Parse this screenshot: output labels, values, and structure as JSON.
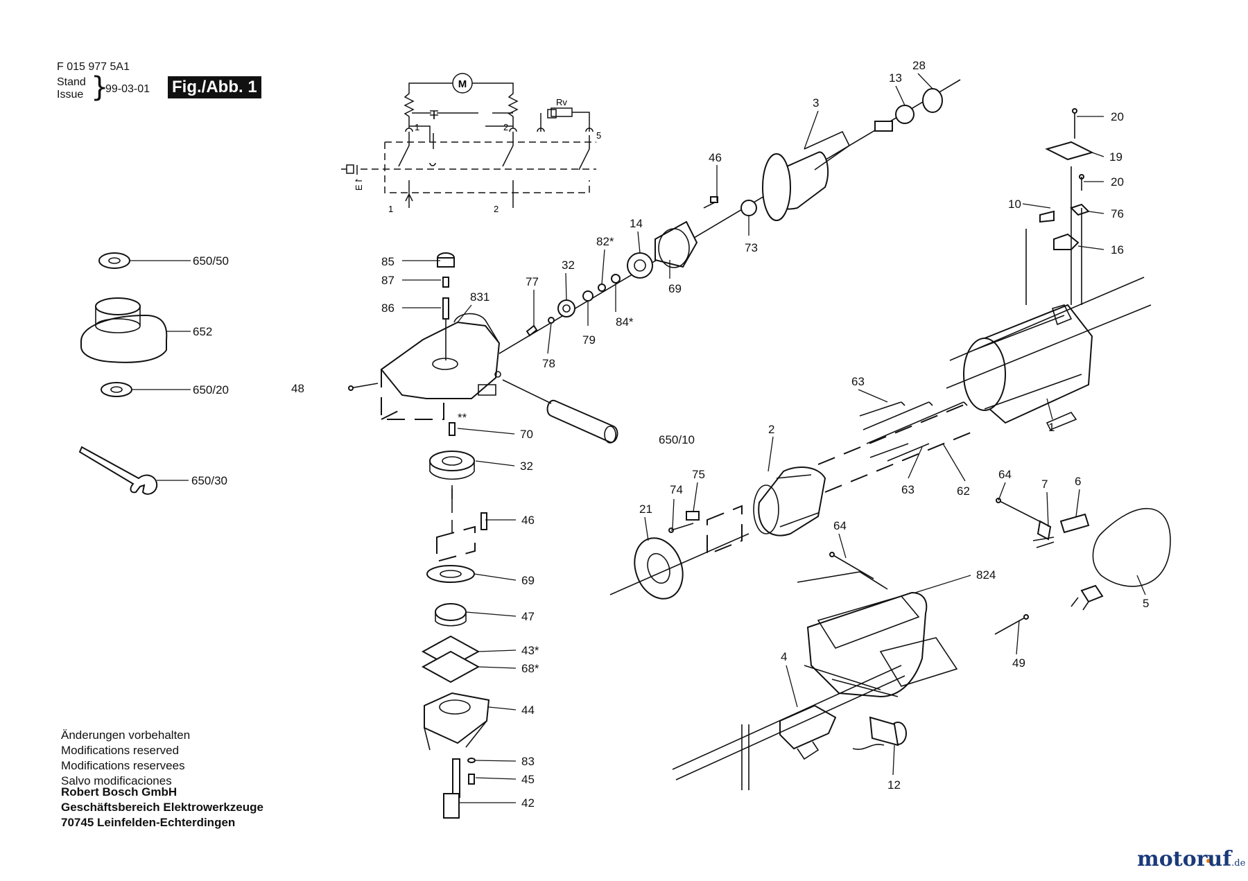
{
  "header": {
    "doc_number": "F 015 977 5A1",
    "stand": "Stand",
    "issue": "Issue",
    "date": "99-03-01",
    "figure": "Fig./Abb. 1"
  },
  "circuit": {
    "motor": "M",
    "resistor": "Rv",
    "terminals": [
      "1",
      "2",
      "5",
      "1",
      "2"
    ],
    "cap_label": "E↾"
  },
  "parts": [
    {
      "label": "650/50"
    },
    {
      "label": "652"
    },
    {
      "label": "650/20"
    },
    {
      "label": "650/30"
    },
    {
      "label": "85"
    },
    {
      "label": "87"
    },
    {
      "label": "86"
    },
    {
      "label": "831"
    },
    {
      "label": "48"
    },
    {
      "label": "**"
    },
    {
      "label": "70"
    },
    {
      "label": "32"
    },
    {
      "label": "46"
    },
    {
      "label": "69"
    },
    {
      "label": "47"
    },
    {
      "label": "43*"
    },
    {
      "label": "68*"
    },
    {
      "label": "44"
    },
    {
      "label": "83"
    },
    {
      "label": "45"
    },
    {
      "label": "42"
    },
    {
      "label": "650/10"
    },
    {
      "label": "77"
    },
    {
      "label": "78"
    },
    {
      "label": "32"
    },
    {
      "label": "79"
    },
    {
      "label": "82*"
    },
    {
      "label": "84*"
    },
    {
      "label": "14"
    },
    {
      "label": "69"
    },
    {
      "label": "46"
    },
    {
      "label": "73"
    },
    {
      "label": "3"
    },
    {
      "label": "13"
    },
    {
      "label": "28"
    },
    {
      "label": "20"
    },
    {
      "label": "19"
    },
    {
      "label": "20"
    },
    {
      "label": "76"
    },
    {
      "label": "10"
    },
    {
      "label": "16"
    },
    {
      "label": "1"
    },
    {
      "label": "63"
    },
    {
      "label": "2"
    },
    {
      "label": "63"
    },
    {
      "label": "62"
    },
    {
      "label": "64"
    },
    {
      "label": "7"
    },
    {
      "label": "6"
    },
    {
      "label": "5"
    },
    {
      "label": "75"
    },
    {
      "label": "74"
    },
    {
      "label": "21"
    },
    {
      "label": "64"
    },
    {
      "label": "824"
    },
    {
      "label": "49"
    },
    {
      "label": "4"
    },
    {
      "label": "12"
    }
  ],
  "notes": {
    "lines": [
      "Änderungen vorbehalten",
      "Modifications reserved",
      "Modifications reservees",
      "Salvo modificaciones"
    ],
    "company": [
      "Robert Bosch GmbH",
      "Geschäftsbereich Elektrowerkzeuge",
      "70745 Leinfelden-Echterdingen"
    ]
  },
  "brand": {
    "name": "motoruf",
    "suffix": ".de",
    "color": "#1a3a7a",
    "dot_color": "#e07a10"
  }
}
